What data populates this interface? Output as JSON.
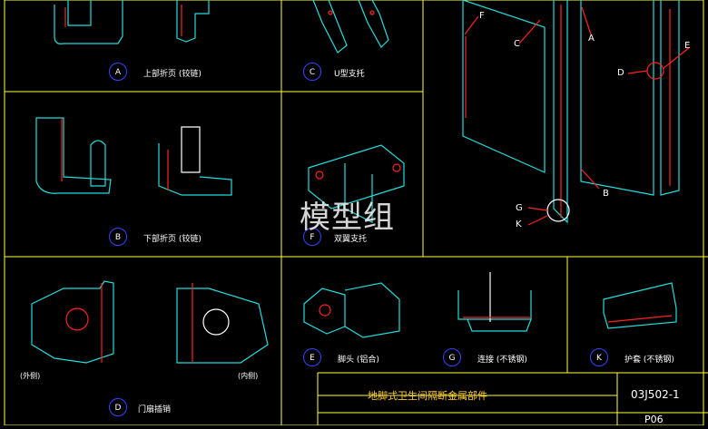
{
  "drawing": {
    "watermark": "模型组",
    "panels": [
      {
        "tag": "A",
        "label": "上部折页 (铰链)"
      },
      {
        "tag": "C",
        "label": "U型支托"
      },
      {
        "tag": "B",
        "label": "下部折页 (铰链)"
      },
      {
        "tag": "F",
        "label": "双翼支托"
      },
      {
        "tag": "D",
        "label": "门扇插销"
      },
      {
        "tag": "E",
        "label": "脚头 (铝合)"
      },
      {
        "tag": "G",
        "label": "连接 (不锈钢)"
      },
      {
        "tag": "K",
        "label": "护套 (不锈钢)"
      }
    ],
    "callouts": [
      "F",
      "C",
      "A",
      "E",
      "D",
      "B",
      "G",
      "K"
    ],
    "side_notes": {
      "outer": "(外侧)",
      "inner": "(内侧)"
    },
    "title_block": {
      "title": "地脚式卫生间隔断金属部件",
      "code": "03J502-1",
      "page": "P06"
    },
    "colors": {
      "frame": "#ffff33",
      "outline": "#22dddd",
      "accent": "#ff2222",
      "tag_circle": "#3344ff",
      "background": "#000000"
    }
  }
}
